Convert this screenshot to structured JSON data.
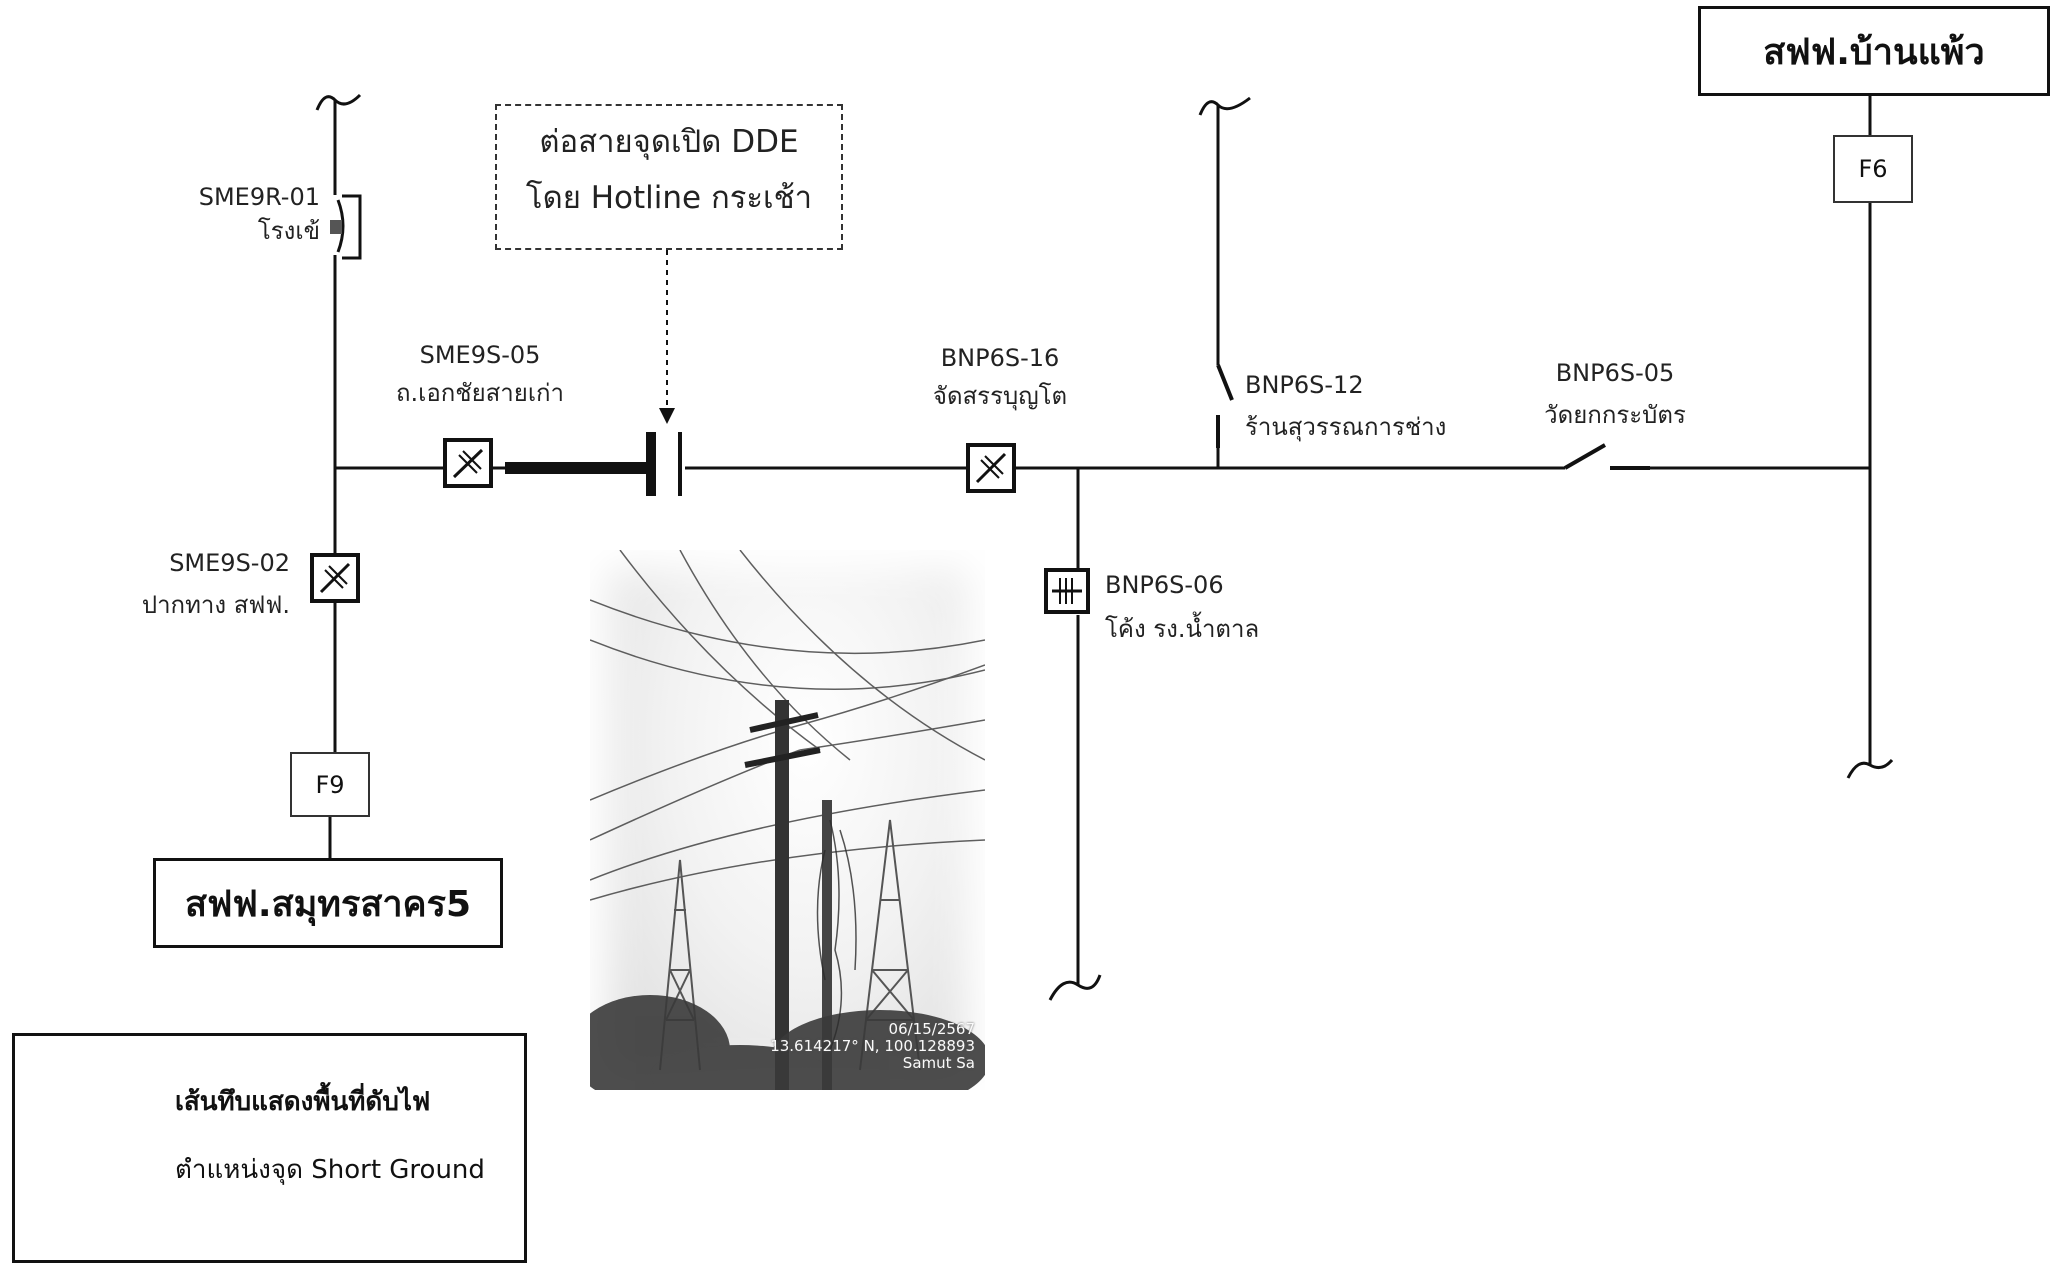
{
  "stations": {
    "left": "สฟฟ.สมุทรสาคร5",
    "right": "สฟฟ.บ้านแพ้ว"
  },
  "feeders": {
    "left": "F9",
    "right": "F6"
  },
  "note": {
    "line1": "ต่อสายจุดเปิด DDE",
    "line2": "โดย Hotline กระเช้า"
  },
  "devices": [
    {
      "code": "SME9R-01",
      "name": "โรงเข้"
    },
    {
      "code": "SME9S-05",
      "name": "ถ.เอกชัยสายเก่า"
    },
    {
      "code": "SME9S-02",
      "name": "ปากทาง สฟฟ."
    },
    {
      "code": "BNP6S-16",
      "name": "จัดสรรบุญโต"
    },
    {
      "code": "BNP6S-06",
      "name": "โค้ง รง.น้ำตาล"
    },
    {
      "code": "BNP6S-12",
      "name": "ร้านสุวรรณการช่าง"
    },
    {
      "code": "BNP6S-05",
      "name": "วัดยกกระบัตร"
    }
  ],
  "legend": {
    "outage": "เส้นทึบแสดงพื้นที่ดับไฟ",
    "ground": "ตำแหน่งจุด Short Ground"
  },
  "photo": {
    "stamp_date": "06/15/2567",
    "stamp_coords": "13.614217° N, 100.128893",
    "stamp_place": "Samut Sa"
  },
  "colors": {
    "line": "#111111",
    "background": "#ffffff",
    "note_border": "#333333"
  }
}
